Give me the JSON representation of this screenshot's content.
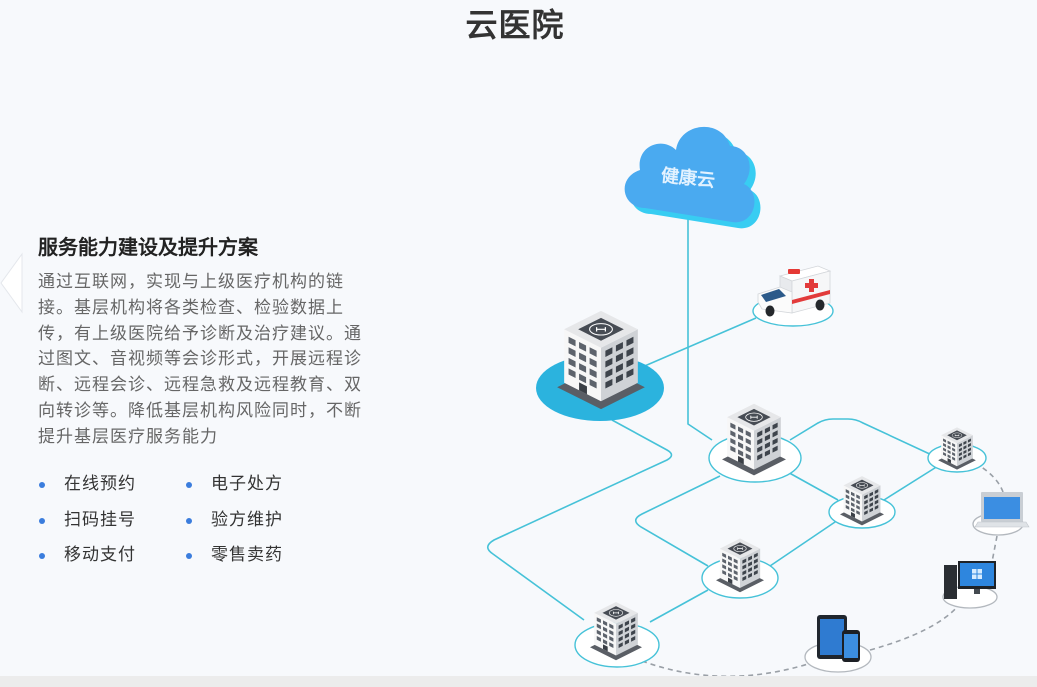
{
  "page": {
    "title": "云医院"
  },
  "carousel": {
    "prev_icon": "chevron-left-icon"
  },
  "intro": {
    "heading": "服务能力建设及提升方案",
    "lines": [
      "通过互联网，实现与上级医疗机构的链",
      "接。基层机构将各类检查、检验数据上",
      "传，有上级医院给予诊断及治疗建议。通",
      "过图文、音视频等会诊形式，开展远程诊",
      "断、远程会诊、远程急救及远程教育、双",
      "向转诊等。降低基层机构风险同时，不断",
      "提升基层医疗服务能力"
    ]
  },
  "features": {
    "columns": [
      [
        "在线预约",
        "扫码挂号",
        "移动支付"
      ],
      [
        "电子处方",
        "验方维护",
        "零售卖药"
      ]
    ]
  },
  "diagram": {
    "cloud_label": "健康云",
    "icons": [
      "cloud-icon",
      "hospital-building-icon",
      "ambulance-icon",
      "clinic-building-icon",
      "laptop-icon",
      "desktop-computer-icon",
      "tablet-icon",
      "smartphone-icon"
    ]
  },
  "colors": {
    "background": "#f7f9fc",
    "title": "#333333",
    "body_text": "#666666",
    "bullet": "#3b7ddd",
    "link_line": "#46c2d8",
    "hub_platform": "#2bb3de",
    "cloud": "#4aaaf0"
  }
}
